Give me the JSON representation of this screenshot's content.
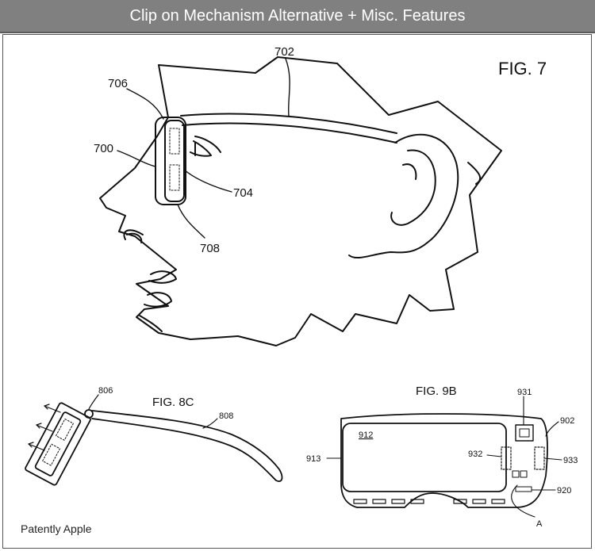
{
  "header": {
    "title": "Clip on Mechanism Alternative + Misc. Features"
  },
  "fig7": {
    "title": "FIG. 7",
    "labels": {
      "l702": "702",
      "l706": "706",
      "l700": "700",
      "l704": "704",
      "l708": "708"
    }
  },
  "fig8c": {
    "title": "FIG. 8C",
    "labels": {
      "l806": "806",
      "l808": "808"
    }
  },
  "fig9b": {
    "title": "FIG. 9B",
    "labels": {
      "l931": "931",
      "l902": "902",
      "l912": "912",
      "l913": "913",
      "l932": "932",
      "l933": "933",
      "l920": "920",
      "lA": "A"
    }
  },
  "footer": {
    "credit": "Patently Apple"
  }
}
